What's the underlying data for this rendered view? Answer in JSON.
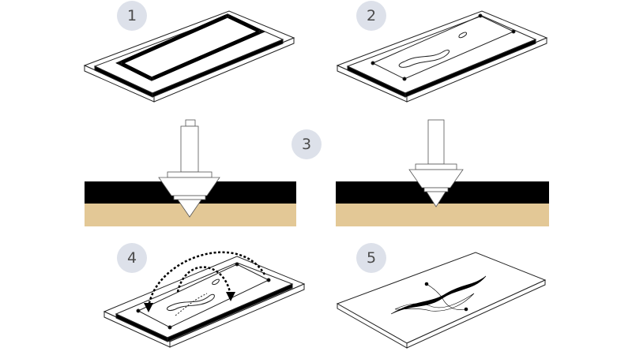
{
  "steps": [
    {
      "number": "1"
    },
    {
      "number": "2"
    },
    {
      "number": "3"
    },
    {
      "number": "4"
    },
    {
      "number": "5"
    }
  ],
  "colors": {
    "badge": "#dde1ea",
    "template": "#000000",
    "wood": "#e3c896",
    "line": "#222222"
  }
}
